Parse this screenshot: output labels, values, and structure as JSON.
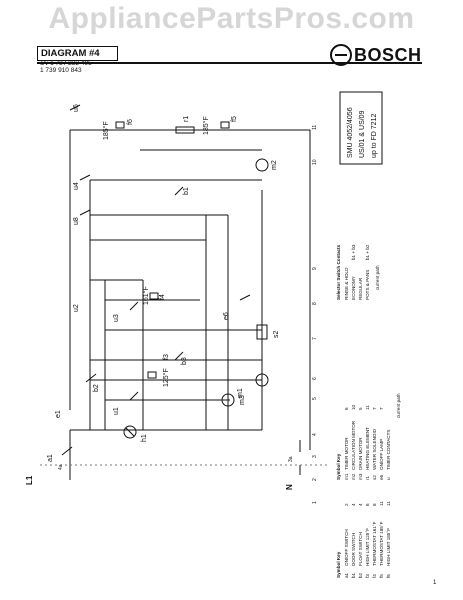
{
  "watermark": "AppliancePartsPros.com",
  "header": {
    "diagram_title": "DIAGRAM #4",
    "part_numbers": [
      "c/v 1 737 232 495",
      "1 739 910 843"
    ],
    "brand": "BOSCH"
  },
  "model_box": [
    "SMU 4052/4056",
    "US/01 & US/09",
    "up to FD 7212"
  ],
  "current_path_numbers": [
    "1",
    "2",
    "3",
    "4",
    "5",
    "6",
    "7",
    "8",
    "9",
    "10",
    "11"
  ],
  "rails": [
    "L1",
    "N"
  ],
  "components": {
    "a1": "a1",
    "a1_sub": "4a",
    "e1": "e1",
    "h1": "h1",
    "b2": "b2",
    "u1": "u1",
    "m3": "m3",
    "m1": "m1",
    "f3_temp": "125°F",
    "f3": "f3",
    "b3": "b3",
    "u2": "u2",
    "u3": "u3",
    "f4_temp": "161°F",
    "f4": "f4",
    "e6": "e6",
    "s2": "s2",
    "u8": "u8",
    "u4": "u4",
    "b1": "b1",
    "m2": "m2",
    "u6": "u6",
    "f6_temp": "185°F",
    "f6": "f6",
    "r1": "r1",
    "f5_temp": "185°F",
    "f5": "f5",
    "n_sub": "3a"
  },
  "legend": {
    "symbol_key_title": "Symbol Key",
    "col1": [
      {
        "code": "a1",
        "desc": "ON/OFF SWITCH",
        "path": "2"
      },
      {
        "code": "b1",
        "desc": "DOOR SWITCH",
        "path": "4"
      },
      {
        "code": "b2",
        "desc": "FLOAT SWITCH",
        "path": "4"
      },
      {
        "code": "f3",
        "desc": "HIGH LIMIT 125°F",
        "path": "6"
      },
      {
        "code": "f4",
        "desc": "THERMOSTAT 161°F",
        "path": "8"
      },
      {
        "code": "f5",
        "desc": "THERMOSTAT 185°F",
        "path": "11"
      },
      {
        "code": "f6",
        "desc": "HIGH LIMIT 185°F",
        "path": "11"
      }
    ],
    "col2_title": "Symbol Key",
    "col2": [
      {
        "code": "m1",
        "desc": "TIMER MOTOR",
        "path": "6"
      },
      {
        "code": "m2",
        "desc": "CIRCULATION MOTOR",
        "path": "10"
      },
      {
        "code": "m3",
        "desc": "DRAIN MOTOR",
        "path": "5"
      },
      {
        "code": "r1",
        "desc": "HEATING ELEMENT",
        "path": "11"
      },
      {
        "code": "s2",
        "desc": "WATER SOLENOID",
        "path": "7"
      },
      {
        "code": "e6",
        "desc": "ON/OFF LAMP",
        "path": "7"
      },
      {
        "code": "u",
        "desc": "TIMER CONTACTS",
        "path": ""
      }
    ],
    "col2_footer": "current path",
    "col3_title": "Selector Switch Contacts",
    "col3": [
      {
        "mode": "RINSE & HOLD",
        "contacts": ""
      },
      {
        "mode": "ECONOMY",
        "contacts": "b1 + b3"
      },
      {
        "mode": "REGULAR",
        "contacts": ""
      },
      {
        "mode": "POTS & PANS",
        "contacts": "b1 + b2"
      }
    ],
    "col3_footer": "current path"
  },
  "corner_mark": "1"
}
